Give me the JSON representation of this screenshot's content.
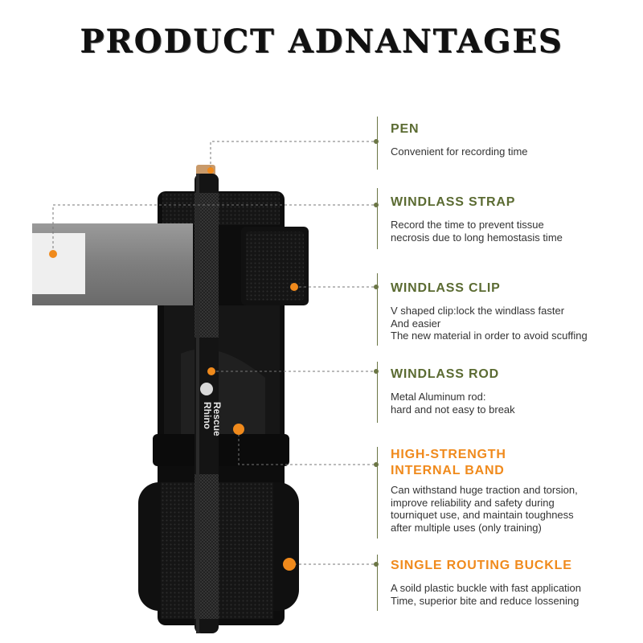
{
  "title": "PRODUCT ADNANTAGES",
  "brand": {
    "line1": "Rhino",
    "line2": "Rescue"
  },
  "colors": {
    "olive": "#5b6b32",
    "orange": "#f08a1c",
    "line": "#6b7645"
  },
  "features": [
    {
      "title": "PEN",
      "highlight": false,
      "desc": [
        "Convenient for recording time"
      ]
    },
    {
      "title": "WINDLASS STRAP",
      "highlight": false,
      "desc": [
        "Record the time to prevent tissue",
        "necrosis due to long hemostasis time"
      ]
    },
    {
      "title": "WINDLASS CLIP",
      "highlight": false,
      "desc": [
        "V shaped clip:lock the windlass faster",
        "And easier",
        "The new material in order to avoid scuffing"
      ]
    },
    {
      "title": "WINDLASS ROD",
      "highlight": false,
      "desc": [
        "Metal Aluminum rod:",
        "hard and not easy to break"
      ]
    },
    {
      "title_lines": [
        "HIGH-STRENGTH",
        "INTERNAL BAND"
      ],
      "highlight": true,
      "desc": [
        "Can withstand huge traction and torsion,",
        "improve reliability and safety during",
        "tourniquet use, and maintain toughness",
        "after multiple uses (only training)"
      ]
    },
    {
      "title": "SINGLE ROUTING BUCKLE",
      "highlight": true,
      "desc": [
        "A soild plastic buckle with fast application",
        "Time, superior bite and reduce lossening"
      ]
    }
  ]
}
